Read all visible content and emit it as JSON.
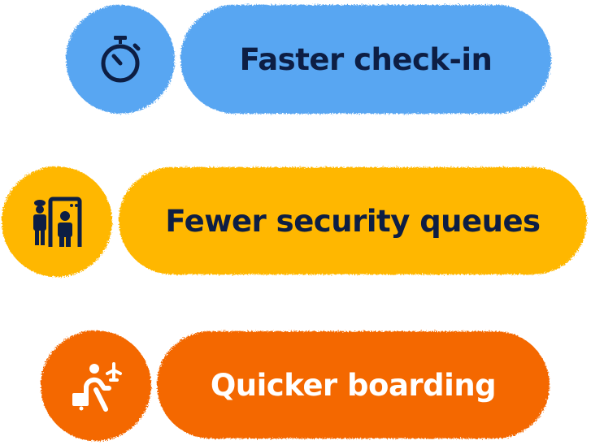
{
  "colors": {
    "blue": "#58A6F2",
    "yellow": "#FFB703",
    "orange": "#F46800",
    "navy": "#0D1E44",
    "white": "#FFFFFF"
  },
  "items": [
    {
      "label": "Faster check-in",
      "icon": "stopwatch-icon"
    },
    {
      "label": "Fewer security queues",
      "icon": "security-scanner-icon"
    },
    {
      "label": "Quicker boarding",
      "icon": "traveler-boarding-icon"
    }
  ]
}
